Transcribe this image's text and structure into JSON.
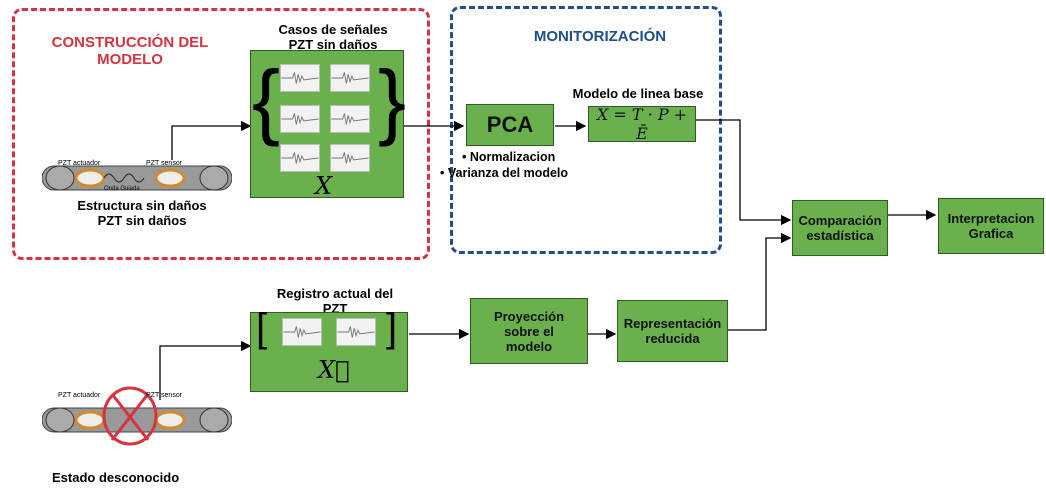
{
  "regions": {
    "construccion": {
      "title": "CONSTRUCCIÓN DEL\nMODELO",
      "color": "#d7323f"
    },
    "monitorizacion": {
      "title": "MONITORIZACIÓN",
      "color": "#1f4e8c"
    }
  },
  "top_row": {
    "signals_title": "Casos de señales\nPZT sin daños",
    "signals_matrix": "X",
    "structure_label": "Estructura sin daños\nPZT sin daños",
    "sensor_labels": {
      "actuator": "PZT actuador",
      "sensor": "PZT sensor",
      "wave": "Onda Guiada"
    },
    "pca": "PCA",
    "pca_bullets": [
      "Normalizacion",
      "Varianza del modelo"
    ],
    "baseline_title": "Modelo de linea base",
    "baseline_formula": "X = T · P + Ē"
  },
  "bottom_row": {
    "registro_title": "Registro actual del\nPZT",
    "registro_matrix": "X⃗",
    "unknown_label": "Estado desconocido",
    "proyeccion": "Proyección\nsobre el\nmodelo",
    "representacion": "Representación\nreducida"
  },
  "right": {
    "comparacion": "Comparación\nestadística",
    "interpretacion": "Interpretacion\nGrafica"
  },
  "colors": {
    "box_fill": "#6ab04c",
    "box_border": "#2e5d1f"
  }
}
